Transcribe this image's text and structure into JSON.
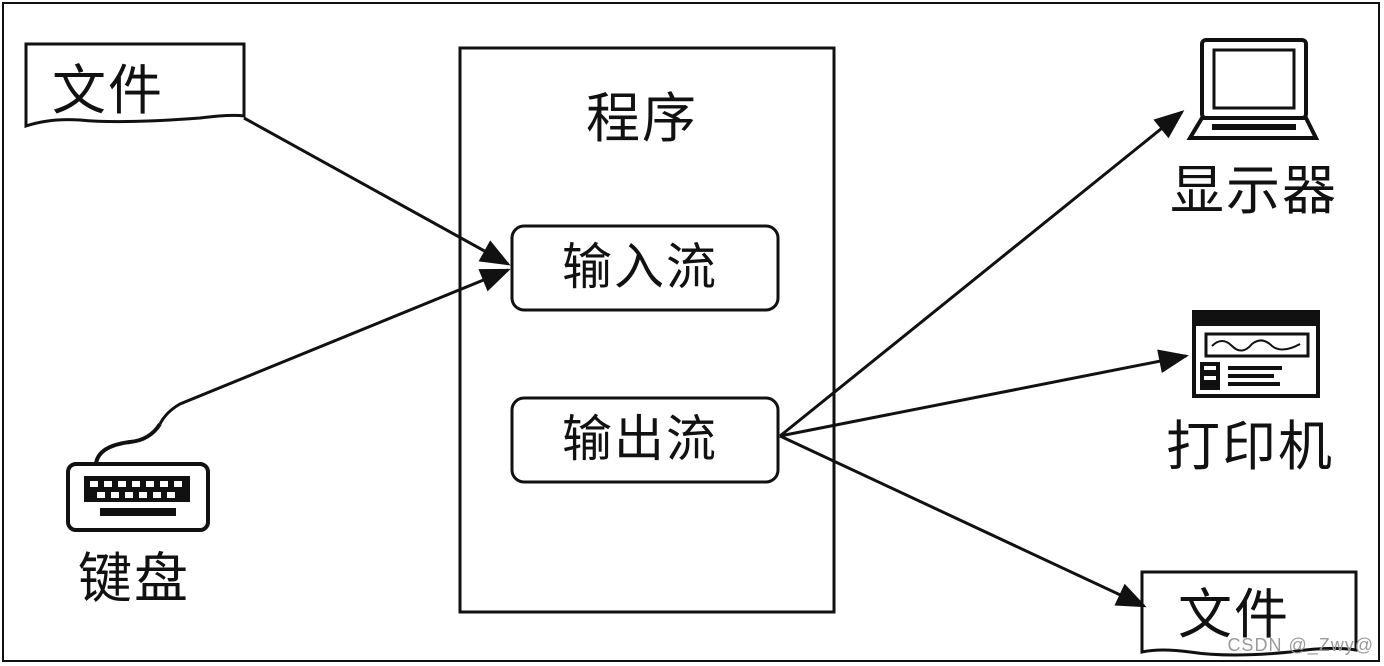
{
  "inputs": {
    "file_label": "文件",
    "keyboard_label": "键盘"
  },
  "program": {
    "title": "程序",
    "input_stream": "输入流",
    "output_stream": "输出流"
  },
  "outputs": {
    "monitor_label": "显示器",
    "printer_label": "打印机",
    "file_label": "文件"
  },
  "watermark": "CSDN @_Zwy@"
}
